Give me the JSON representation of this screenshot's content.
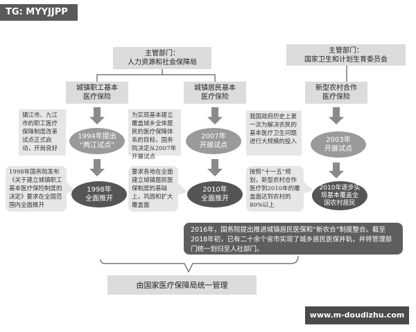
{
  "tag": "TG: MYYJJPP",
  "dept_left": [
    "主管部门：",
    "人力资源和社会保障局"
  ],
  "dept_right": [
    "主管部门：",
    "国家卫生和计划生育委员会"
  ],
  "columns": [
    {
      "title": [
        "城镇职工基本",
        "医疗保险"
      ],
      "note1": "镇江市、九江市的职工医疗保障制度改革试点正式启动，开局良好",
      "oval1": [
        "1994年提出",
        "“两江试点”"
      ],
      "note2": "1998年国务院发布《关于建立城镇职工基本医疗保险制度的决定》要求在全国范围内全面推开",
      "oval2": [
        "1998年",
        "全面推开"
      ]
    },
    {
      "title": [
        "城镇居民基本",
        "医疗保险"
      ],
      "note1": "为实现基本建立覆盖城乡全体居民的医疗保障体系的目标，国务院决定从2007年开展试点",
      "oval1": [
        "2007年",
        "开展试点"
      ],
      "note2": "要求各地在全面建立城镇居民医保制度的基础上，巩固和扩大覆盖面",
      "oval2": [
        "2010年",
        "全面推开"
      ]
    },
    {
      "title": [
        "新型农村合作",
        "医疗保险"
      ],
      "note1": "我国政府历史上第一次为解决农民的基本医疗卫生问题进行大规模的投入",
      "oval1": [
        "2003年",
        "开展试点"
      ],
      "note2": "按照“十一五”规划，新型农村合作医疗到2010年的覆盖面达到农村的80%以上",
      "oval2": [
        "2010年逐步实",
        "现基本覆盖全",
        "国农村居民"
      ]
    }
  ],
  "integration": "2016年，国务院提出推进城镇居民医保和“新农合”制度整合。截至2018年初，已有二十余个省市实现了城乡居民医保并轨，并将管理部门统一划归至人社部门。",
  "final": "由国家医疗保障局统一管理",
  "watermark": "www.m-doudizhu.com"
}
